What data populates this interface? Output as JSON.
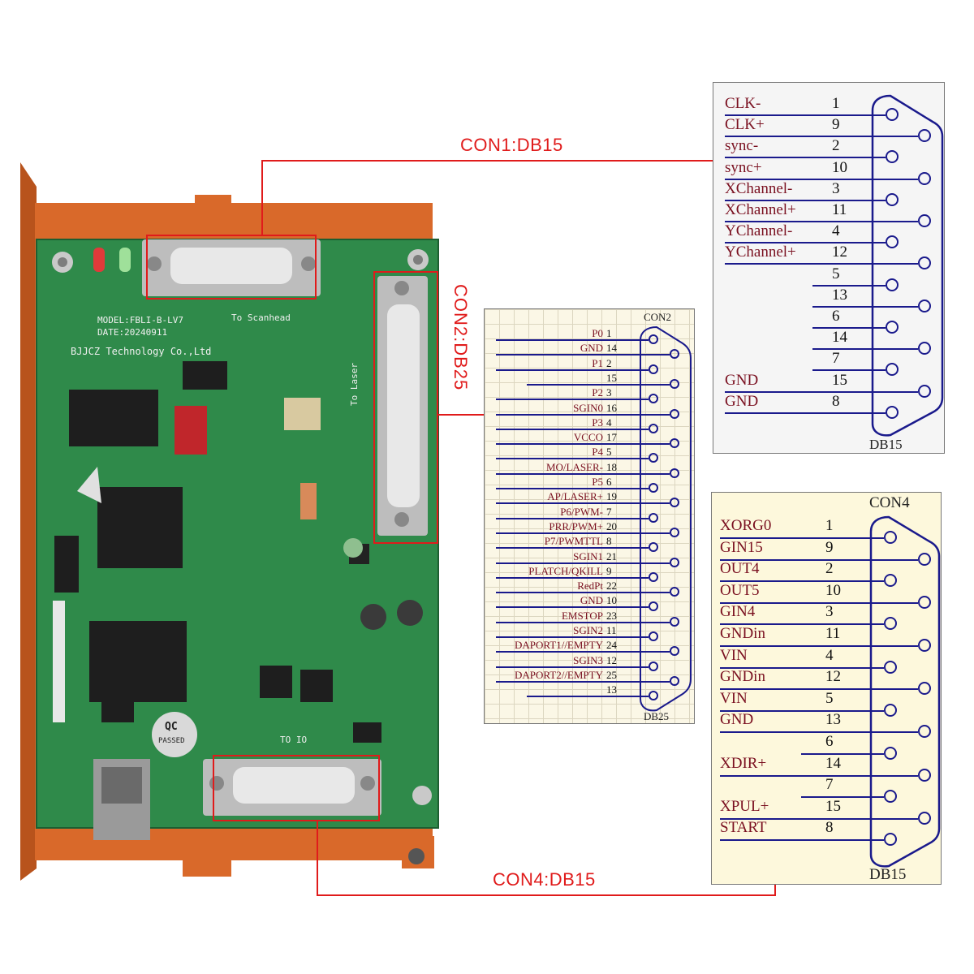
{
  "callouts": {
    "con1": "CON1:DB15",
    "con2": "CON2:DB25",
    "con4": "CON4:DB15"
  },
  "board": {
    "model": "MODEL:FBLI-B-LV7",
    "date": "DATE:20240911",
    "maker": "BJJCZ Technology Co.,Ltd",
    "to_scanhead": "To Scanhead",
    "to_laser": "To Laser",
    "io": "TO IO",
    "qc": "QC",
    "passed": "PASSED"
  },
  "con1": {
    "footer": "DB15",
    "pins": [
      {
        "label": "CLK-",
        "num": "1"
      },
      {
        "label": "CLK+",
        "num": "9"
      },
      {
        "label": "sync-",
        "num": "2"
      },
      {
        "label": "sync+",
        "num": "10"
      },
      {
        "label": "XChannel-",
        "num": "3"
      },
      {
        "label": "XChannel+",
        "num": "11"
      },
      {
        "label": "YChannel-",
        "num": "4"
      },
      {
        "label": "YChannel+",
        "num": "12"
      },
      {
        "label": "",
        "num": "5"
      },
      {
        "label": "",
        "num": "13"
      },
      {
        "label": "",
        "num": "6"
      },
      {
        "label": "",
        "num": "14"
      },
      {
        "label": "",
        "num": "7"
      },
      {
        "label": "GND",
        "num": "15"
      },
      {
        "label": "GND",
        "num": "8"
      }
    ]
  },
  "con2": {
    "title": "CON2",
    "footer": "DB25",
    "pins": [
      {
        "label": "P0",
        "num": "1"
      },
      {
        "label": "GND",
        "num": "14"
      },
      {
        "label": "P1",
        "num": "2"
      },
      {
        "label": "",
        "num": "15"
      },
      {
        "label": "P2",
        "num": "3"
      },
      {
        "label": "SGIN0",
        "num": "16"
      },
      {
        "label": "P3",
        "num": "4"
      },
      {
        "label": "VCCO",
        "num": "17"
      },
      {
        "label": "P4",
        "num": "5"
      },
      {
        "label": "MO/LASER-",
        "num": "18"
      },
      {
        "label": "P5",
        "num": "6"
      },
      {
        "label": "AP/LASER+",
        "num": "19"
      },
      {
        "label": "P6/PWM-",
        "num": "7"
      },
      {
        "label": "PRR/PWM+",
        "num": "20"
      },
      {
        "label": "P7/PWMTTL",
        "num": "8"
      },
      {
        "label": "SGIN1",
        "num": "21"
      },
      {
        "label": "PLATCH/QKILL",
        "num": "9"
      },
      {
        "label": "RedPt",
        "num": "22"
      },
      {
        "label": "GND",
        "num": "10"
      },
      {
        "label": "EMSTOP",
        "num": "23"
      },
      {
        "label": "SGIN2",
        "num": "11"
      },
      {
        "label": "DAPORT1//EMPTY",
        "num": "24"
      },
      {
        "label": "SGIN3",
        "num": "12"
      },
      {
        "label": "DAPORT2//EMPTY",
        "num": "25"
      },
      {
        "label": "",
        "num": "13"
      }
    ]
  },
  "con4": {
    "title": "CON4",
    "footer": "DB15",
    "pins": [
      {
        "label": "XORG0",
        "num": "1"
      },
      {
        "label": "GIN15",
        "num": "9"
      },
      {
        "label": "OUT4",
        "num": "2"
      },
      {
        "label": "OUT5",
        "num": "10"
      },
      {
        "label": "GIN4",
        "num": "3"
      },
      {
        "label": "GNDin",
        "num": "11"
      },
      {
        "label": "VIN",
        "num": "4"
      },
      {
        "label": "GNDin",
        "num": "12"
      },
      {
        "label": "VIN",
        "num": "5"
      },
      {
        "label": "GND",
        "num": "13"
      },
      {
        "label": "",
        "num": "6"
      },
      {
        "label": "XDIR+",
        "num": "14"
      },
      {
        "label": "",
        "num": "7"
      },
      {
        "label": "XPUL+",
        "num": "15"
      },
      {
        "label": "START",
        "num": "8"
      }
    ]
  }
}
